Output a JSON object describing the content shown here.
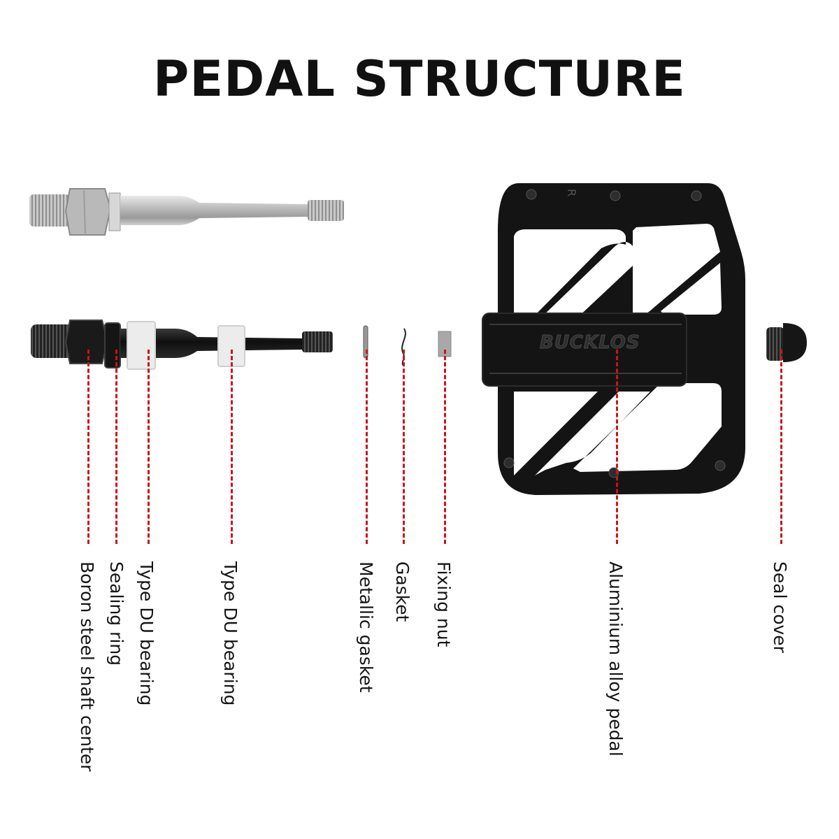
{
  "title": "PEDAL STRUCTURE",
  "brand_mark": "BUCKLOS",
  "side_mark": "R",
  "labels": {
    "boron_shaft": "Boron steel shaft center",
    "sealing_ring": "Sealing ring",
    "du_bearing_1": "Type DU bearing",
    "du_bearing_2": "Type DU bearing",
    "metallic_gasket": "Metallic gasket",
    "gasket": "Gasket",
    "fixing_nut": "Fixing nut",
    "alloy_pedal": "Aluminium alloy pedal",
    "seal_cover": "Seal cover"
  },
  "colors": {
    "leader": "#c8151d",
    "title": "#111111",
    "pedal_body": "#141414",
    "silver_axle": "#c4c4c4",
    "black_axle": "#161616",
    "bearing": "#ececec"
  }
}
